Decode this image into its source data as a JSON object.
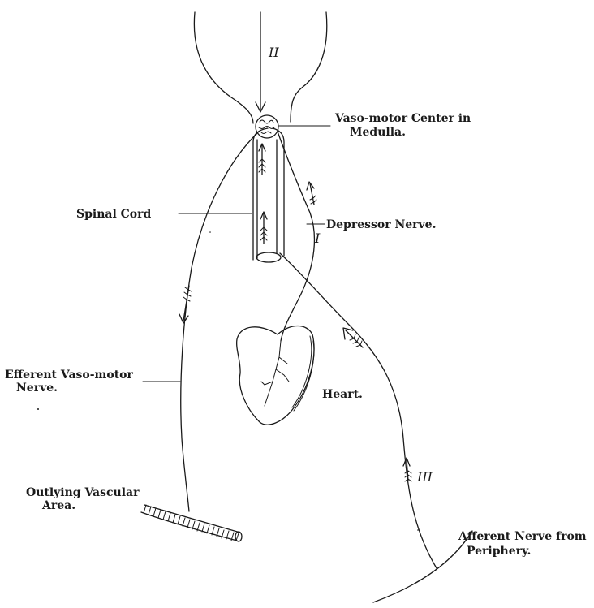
{
  "labels": {
    "vaso_center_line1": "Vaso-motor Center in",
    "vaso_center_line2": "Medulla.",
    "spinal_cord": "Spinal Cord",
    "depressor_nerve": "Depressor Nerve.",
    "efferent_line1": "Efferent Vaso-motor",
    "efferent_line2": "Nerve.",
    "heart": "Heart.",
    "outlying_line1": "Outlying Vascular",
    "outlying_line2": "Area.",
    "afferent_line1": "Afferent Nerve from",
    "afferent_line2": "Periphery."
  },
  "pathway_numerals": {
    "one": "I",
    "two": "II",
    "three": "III"
  }
}
